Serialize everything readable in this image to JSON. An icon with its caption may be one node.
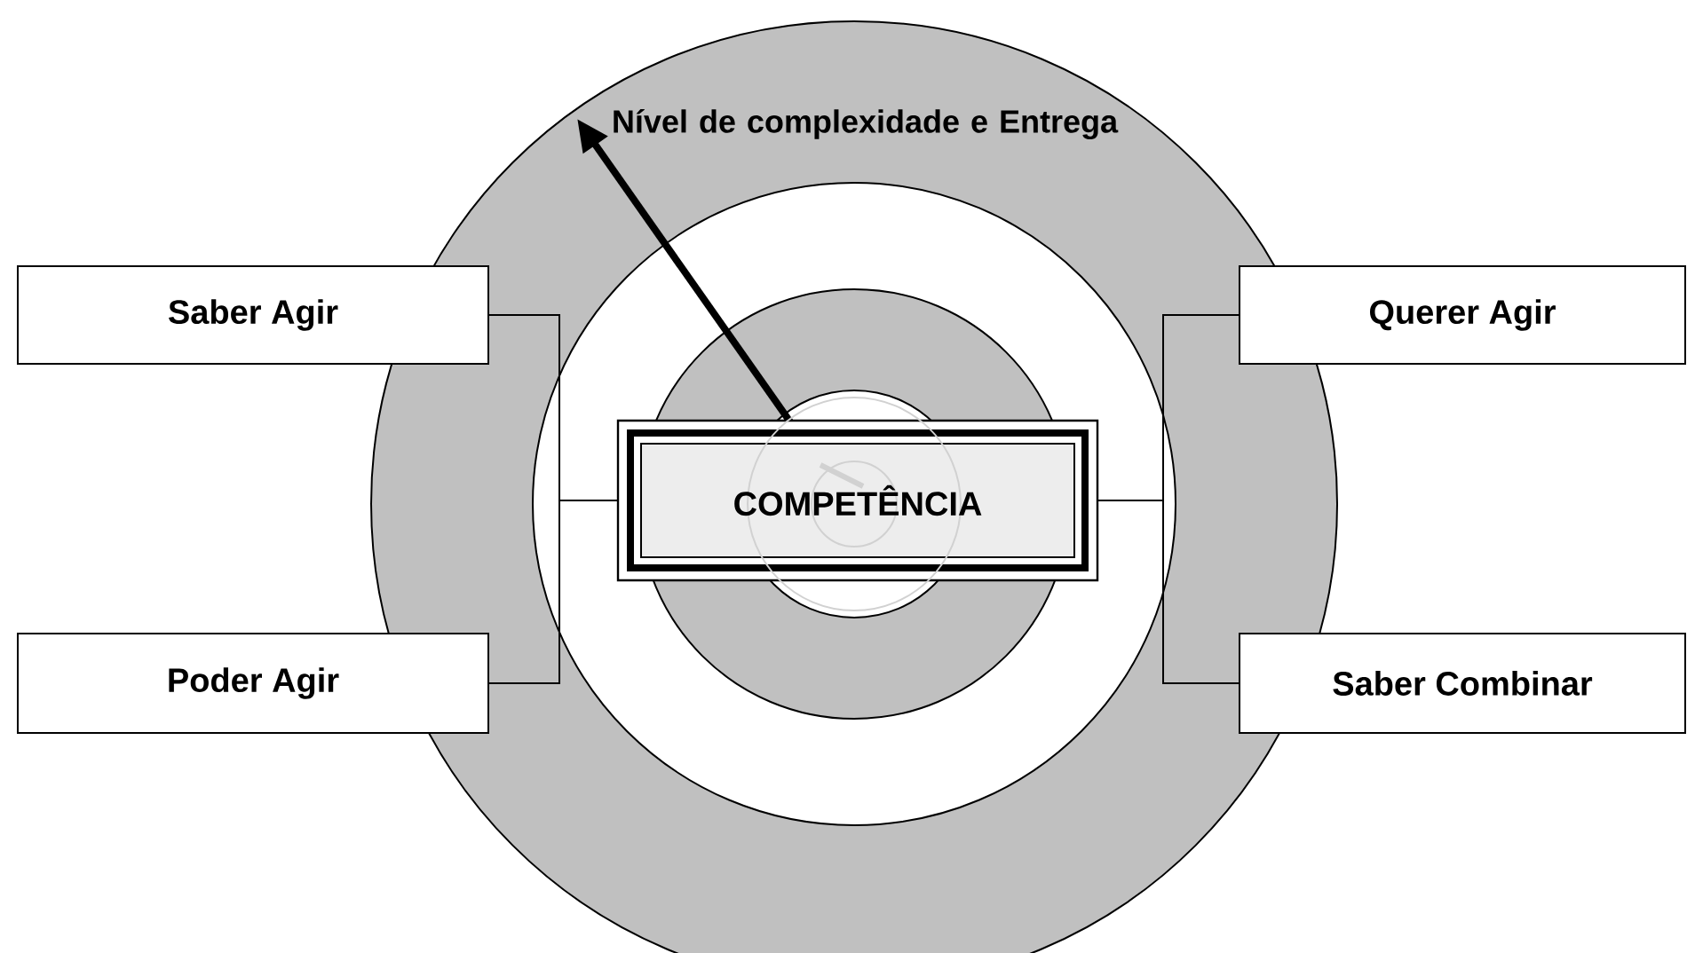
{
  "diagram": {
    "nodes": [
      {
        "text": [
          "Saber Agir"
        ]
      },
      {
        "text": [
          "Querer Agir"
        ]
      },
      {
        "text": [
          "COMPETÊNCIA"
        ]
      },
      {
        "text": [
          "Poder Agir"
        ]
      },
      {
        "text": [
          "Saber Combinar"
        ]
      }
    ],
    "edges": [
      {
        "from": 0,
        "to": 2,
        "arrow": "none"
      },
      {
        "from": 3,
        "to": 2,
        "arrow": "none"
      },
      {
        "from": 1,
        "to": 2,
        "arrow": "none"
      },
      {
        "from": 4,
        "to": 2,
        "arrow": "none"
      }
    ],
    "labels": [
      "Nível de complexidade e Entrega"
    ]
  }
}
